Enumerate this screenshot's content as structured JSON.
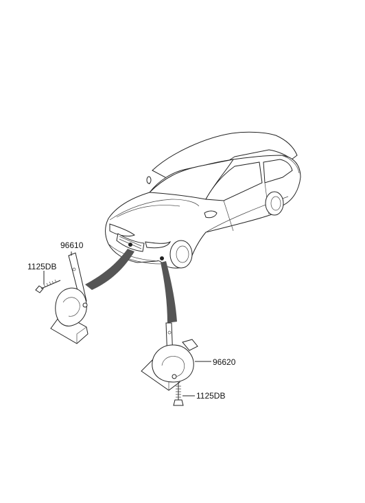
{
  "labels": {
    "horn_left_part": "96610",
    "horn_right_part": "96620",
    "bolt_left": "1125DB",
    "bolt_right": "1125DB"
  },
  "colors": {
    "line": "#222222",
    "leader_band": "#555555",
    "background": "#ffffff"
  }
}
